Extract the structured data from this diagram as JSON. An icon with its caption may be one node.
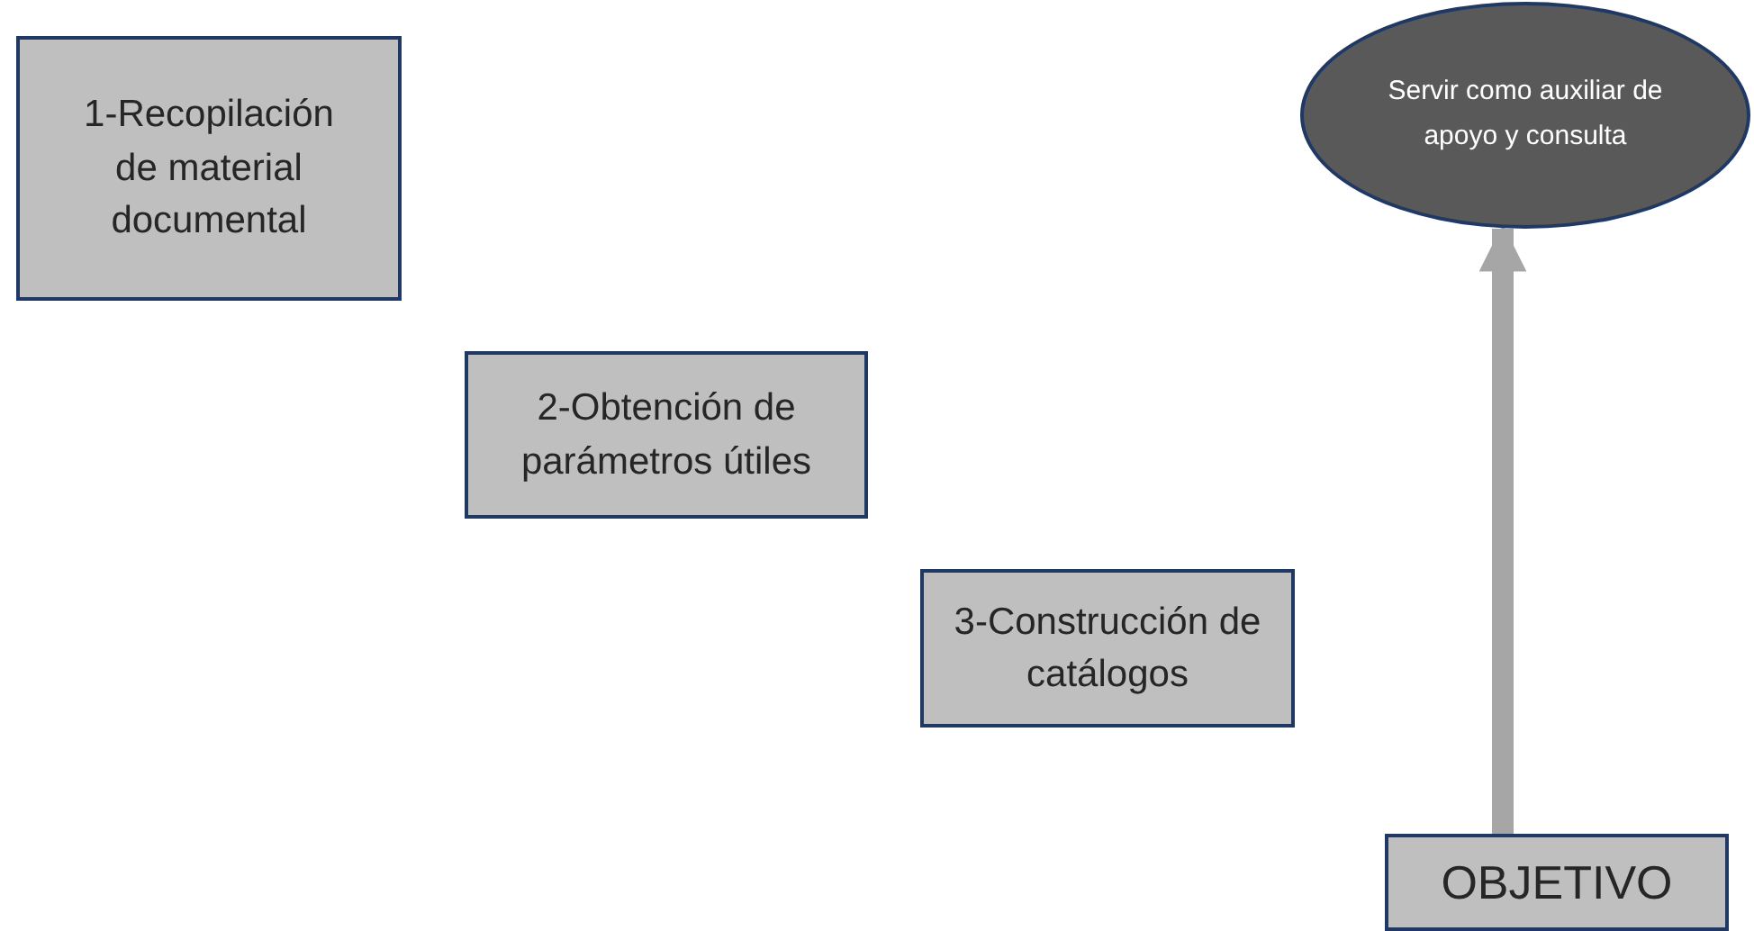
{
  "diagram": {
    "nodes": [
      {
        "text": [
          "1-Recopilación de material documental"
        ]
      },
      {
        "text": [
          "2-Obtención de parámetros útiles"
        ]
      },
      {
        "text": [
          "3-Construcción de catálogos"
        ]
      },
      {
        "text": [
          "OBJETIVO"
        ]
      },
      {
        "text": [
          "Servir como auxiliar de apoyo y consulta"
        ]
      }
    ],
    "edges": [
      {
        "from": 3,
        "to": 4,
        "arrow": "to",
        "color": "#a6a6a6"
      }
    ]
  }
}
